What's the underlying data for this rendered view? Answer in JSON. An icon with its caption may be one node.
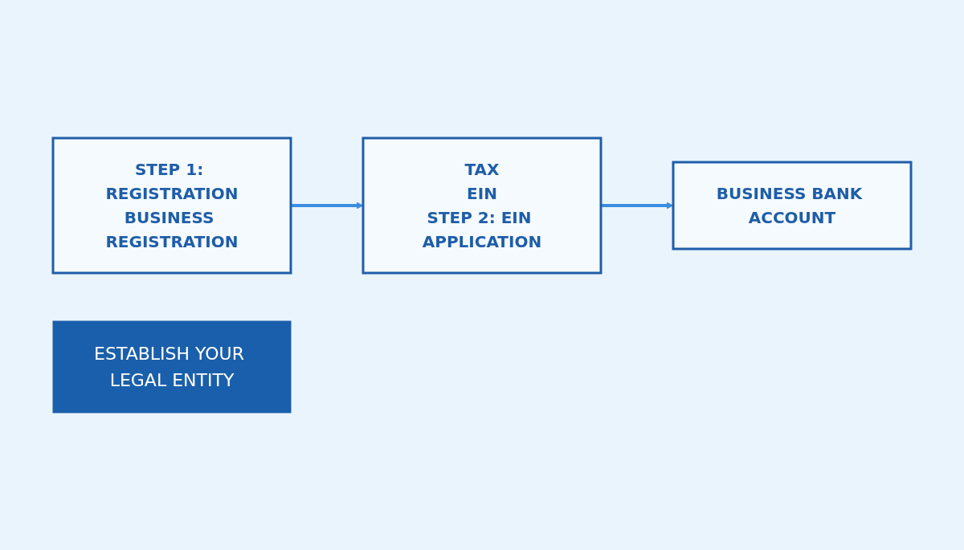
{
  "diagram": {
    "nodes": [
      {
        "text": [
          "STEP 1: REGISTRATION",
          "BUSINESS REGISTRATION"
        ]
      },
      {
        "text": [
          "TAX",
          "EIN",
          "STEP 2: EIN APPLICATION"
        ]
      },
      {
        "text": [
          "BUSINESS BANK ACCOUNT"
        ]
      },
      {
        "text": [
          "ESTABLISH YOUR LEGAL ENTITY"
        ]
      }
    ],
    "edges": [
      {
        "from": 0,
        "to": 1,
        "arrow": "to"
      },
      {
        "from": 1,
        "to": 2,
        "arrow": "to"
      }
    ]
  }
}
